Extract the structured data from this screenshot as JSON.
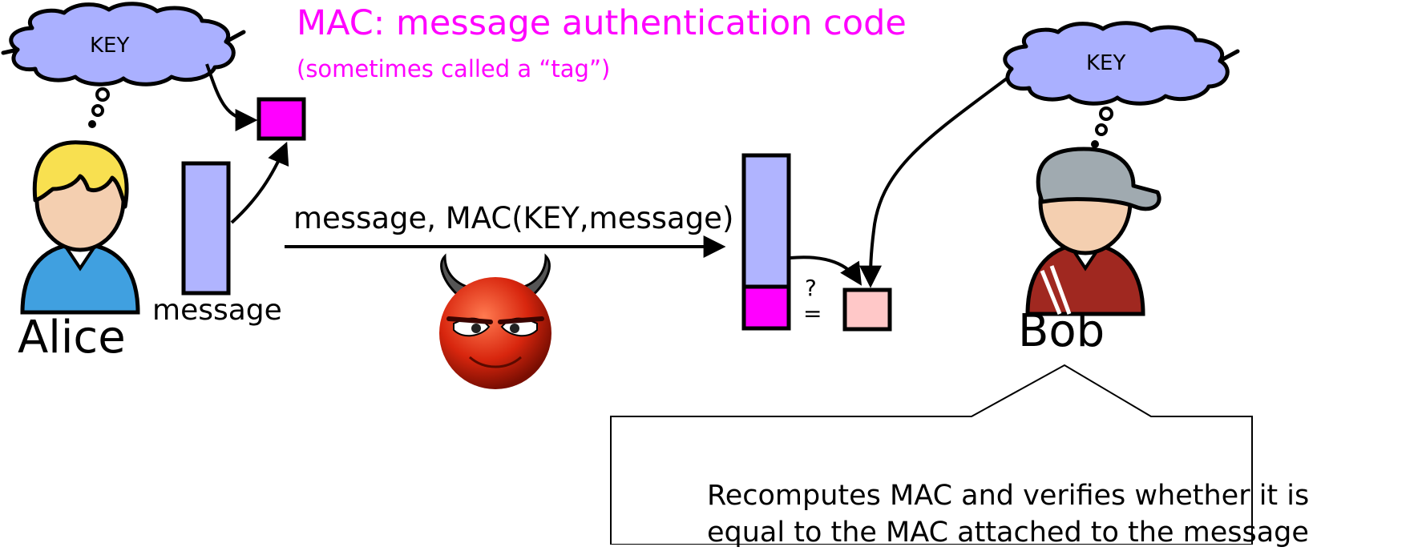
{
  "title": "MAC: message authentication code",
  "subtitle": "(sometimes called a “tag”)",
  "alice": {
    "name": "Alice",
    "key_label": "KEY",
    "message_label": "message"
  },
  "bob": {
    "name": "Bob",
    "key_label": "KEY"
  },
  "transmission_label": "message, MAC(KEY,message)",
  "compare_symbol": "?\n=",
  "compare_question": "?",
  "compare_equals": "=",
  "callout": {
    "line1": "Recomputes MAC and verifies whether it is",
    "line2": "equal to the MAC attached to the message"
  },
  "colors": {
    "title": "#ff00ff",
    "cloud": "#aab0ff",
    "message_block": "#b0b4ff",
    "mac_block": "#ff00ff",
    "recomputed_mac": "#ffc8c8",
    "alice_hair": "#f8e050",
    "alice_shirt": "#40a0e0",
    "bob_cap": "#a0aab0",
    "bob_shirt": "#a02820",
    "skin": "#f4cfb0",
    "devil": "#e03010"
  }
}
